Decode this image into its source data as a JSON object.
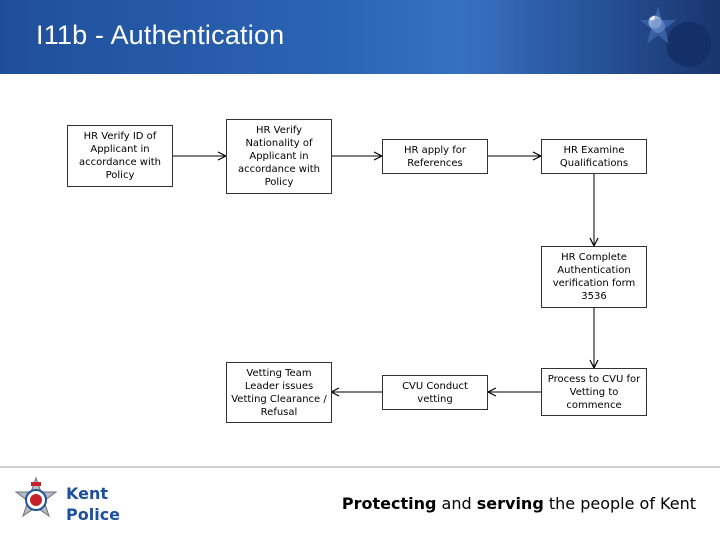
{
  "header": {
    "title": "I11b - Authentication"
  },
  "diagram": {
    "nodes": {
      "verify_id": "HR Verify ID of Applicant in accordance with Policy",
      "verify_nationality": "HR Verify Nationality of Applicant in accordance with Policy",
      "apply_references": "HR apply for References",
      "examine_qualifications": "HR Examine Qualifications",
      "complete_form": "HR Complete Authentication verification form 3536",
      "process_cvu": "Process to CVU for Vetting to commence",
      "cvu_vetting": "CVU Conduct vetting",
      "team_leader": "Vetting Team Leader issues Vetting Clearance / Refusal"
    }
  },
  "footer": {
    "org_line1": "Kent",
    "org_line2": "Police",
    "tagline_part1": "Protecting",
    "tagline_part2": " and ",
    "tagline_part3": "serving",
    "tagline_part4": " the people of Kent"
  },
  "colors": {
    "header_blue": "#2b63b3",
    "brand_blue": "#1d4f9c"
  }
}
